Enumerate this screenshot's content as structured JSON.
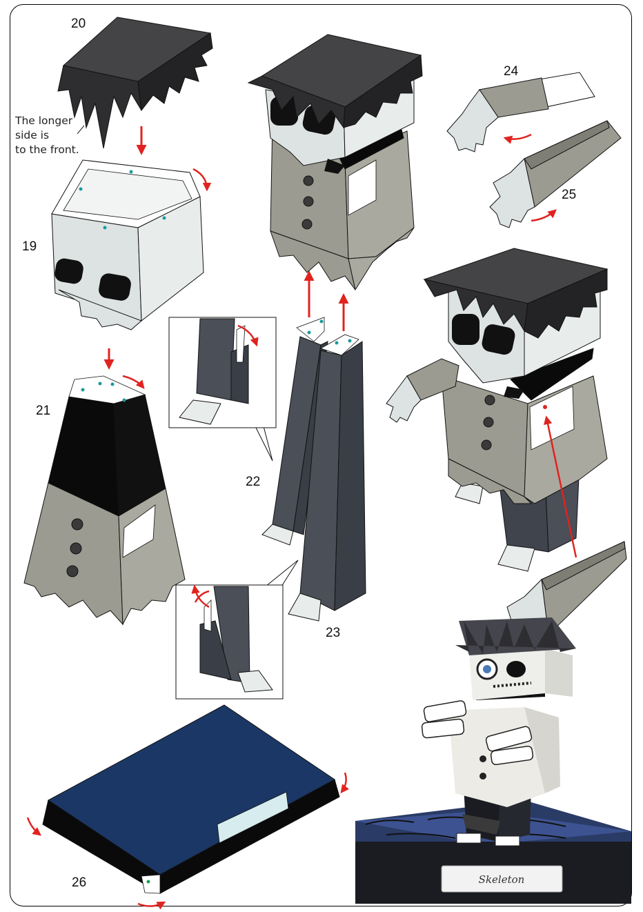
{
  "steps": {
    "s19": "19",
    "s20": "20",
    "s21": "21",
    "s22": "22",
    "s23": "23",
    "s24": "24",
    "s25": "25",
    "s26": "26"
  },
  "note": {
    "line1": "The longer",
    "line2": "side is",
    "line3": "to the front."
  },
  "photo": {
    "nameplate": "Skeleton"
  },
  "colors": {
    "hair": "#3a3a3c",
    "skull": "#dde3e2",
    "coat": "#9c9b91",
    "pants": "#4a4f58",
    "base_top": "#1b3766",
    "arrow": "#e0231f",
    "glue_dot": "#1a9aa0"
  }
}
